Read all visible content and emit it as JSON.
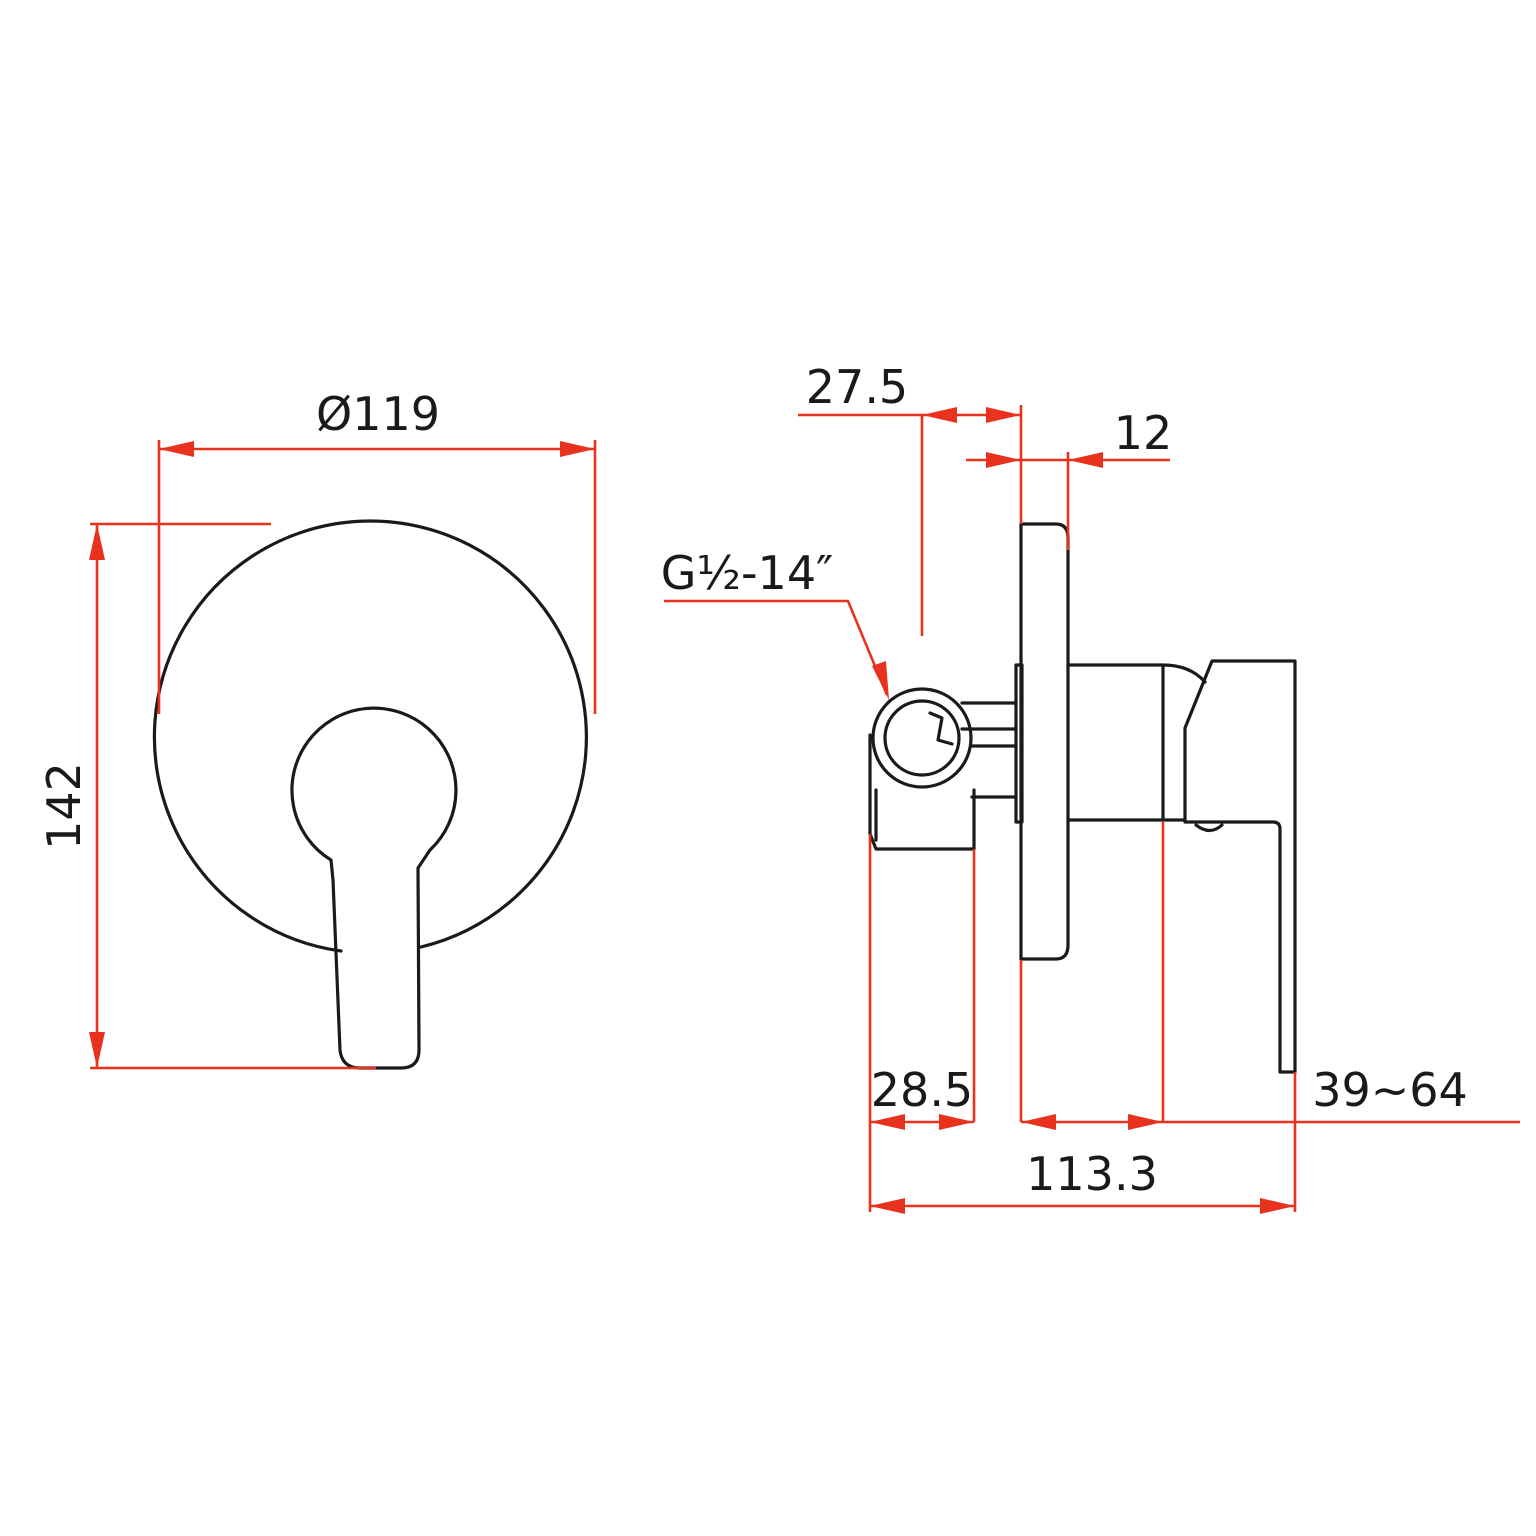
{
  "drawing": {
    "line_color": "#1a1a1a",
    "dimension_color": "#e8321e",
    "background": "#ffffff"
  },
  "dimensions": {
    "diameter": "Ø119",
    "height": "142",
    "wall_offset": "27.5",
    "plate_thickness": "12",
    "thread": "G½-14″",
    "inlet_width": "28.5",
    "lever_depth": "113.3",
    "adjust_range": "39~64"
  }
}
